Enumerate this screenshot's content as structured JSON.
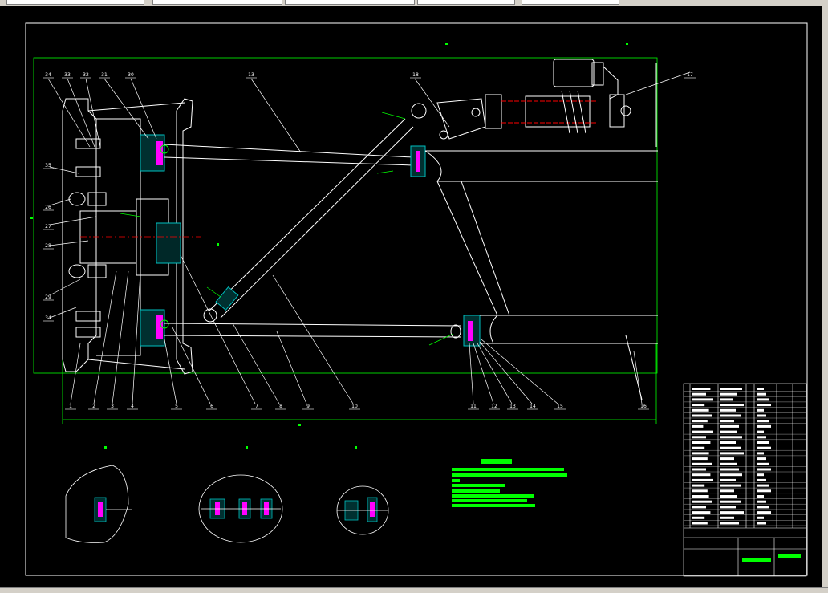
{
  "drawing": {
    "part_numbers_bottom": [
      "1",
      "2",
      "3",
      "4",
      "5",
      "6",
      "7",
      "8",
      "9",
      "10",
      "11",
      "12",
      "13",
      "14",
      "15",
      "16"
    ],
    "part_numbers_top": [
      "34",
      "33",
      "32",
      "31",
      "30",
      "13",
      "18",
      "17"
    ],
    "part_numbers_left": [
      "35",
      "26",
      "27",
      "28",
      "29",
      "34"
    ],
    "colors": {
      "lines": "#ffffff",
      "frame": "#00ff00",
      "leaders": "#ffffff",
      "center": "#ff0000",
      "hatch": "#00c0c0",
      "pin": "#ff00ff",
      "notes": "#00ff00"
    }
  }
}
